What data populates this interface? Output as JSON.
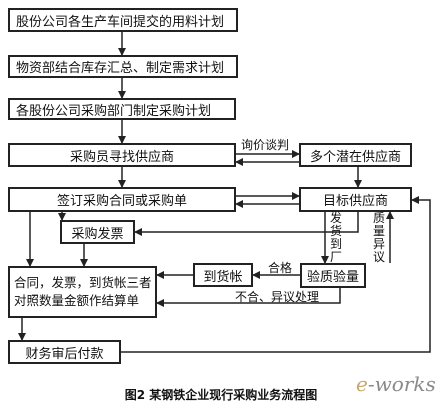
{
  "boxes": {
    "b1": "股份公司各生产车间提交的用料计划",
    "b2": "物资部结合库存汇总、制定需求计划",
    "b3": "各股份公司采购部门制定采购计划",
    "b4": "采购员寻找供应商",
    "b5": "多个潜在供应商",
    "b6": "签订采购合同或采购单",
    "b7": "目标供应商",
    "b8": "采购发票",
    "b9": "到货帐",
    "b10": "验质验量",
    "b11_line1": "合同，发票，到货帐三者",
    "b11_line2": "对照数量金额作结算单",
    "b12": "财务审后付款"
  },
  "edge_labels": {
    "negotiate": "询价谈判",
    "ship": "发货到厂",
    "quality_dispute": "质量异议",
    "pass": "合格",
    "fail": "不合、异议处理"
  },
  "caption": "图2  某钢铁企业现行采购业务流程图",
  "watermark": "e-works"
}
